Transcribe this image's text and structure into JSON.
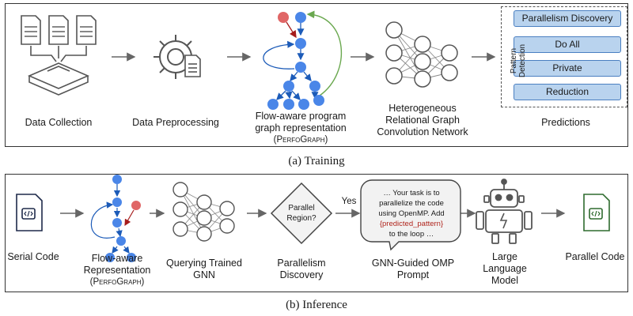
{
  "training": {
    "caption": "(a) Training",
    "stages": {
      "collection": "Data Collection",
      "preprocessing": "Data Preprocessing",
      "graph_line1": "Flow-aware program",
      "graph_line2": "graph representation",
      "graph_name": "(PerfoGraph)",
      "gnn_line1": "Heterogeneous",
      "gnn_line2": "Relational Graph",
      "gnn_line3": "Convolution Network",
      "predictions": "Predictions"
    },
    "prediction_box": {
      "header": "Parallelism Discovery",
      "side_label": "Pattern Detection",
      "patterns": [
        "Do All",
        "Private",
        "Reduction"
      ]
    }
  },
  "inference": {
    "caption": "(b) Inference",
    "stages": {
      "serial": "Serial Code",
      "rep_line1": "Flow-aware",
      "rep_line2": "Representation",
      "rep_name": "(PerfoGraph)",
      "query_line1": "Querying Trained",
      "query_line2": "GNN",
      "discovery_line1": "Parallelism",
      "discovery_line2": "Discovery",
      "diamond_line1": "Parallel",
      "diamond_line2": "Region?",
      "yes": "Yes",
      "prompt_line1": "GNN-Guided OMP",
      "prompt_line2": "Prompt",
      "llm_line1": "Large",
      "llm_line2": "Language",
      "llm_line3": "Model",
      "parallel": "Parallel Code"
    },
    "bubble": {
      "line1": "… Your task is to",
      "line2": "parallelize the code",
      "line3": "using OpenMP. Add",
      "placeholder": "{predicted_pattern}",
      "line5": "to the loop …"
    }
  },
  "colors": {
    "node_blue": "#4a86e8",
    "node_red": "#e06666",
    "edge_green": "#6aa84f",
    "edge_red": "#a61c1c",
    "pill_fill": "#b9d3ee",
    "code_green": "#2e6b2e"
  }
}
